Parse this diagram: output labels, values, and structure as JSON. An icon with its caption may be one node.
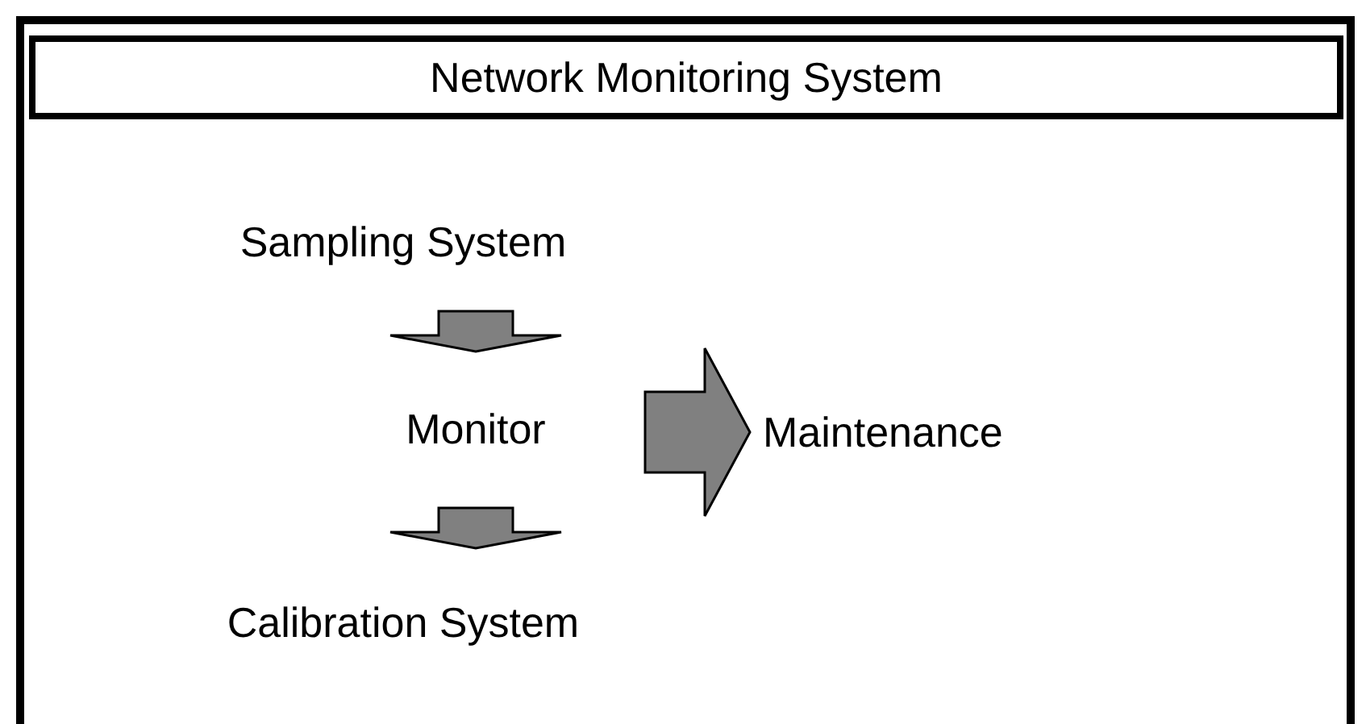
{
  "diagram": {
    "nodes": [
      {
        "text": [],
        "shape": "box"
      },
      {
        "text": [
          "Network Monitoring System"
        ],
        "in": 0
      },
      {
        "text": [
          "Sampling System"
        ],
        "in": 0
      },
      {
        "text": [
          "Monitor"
        ],
        "in": 0
      },
      {
        "text": [
          "Calibration System"
        ],
        "in": 0
      },
      {
        "text": [
          "Maintenance"
        ],
        "in": 0
      }
    ],
    "edges": [
      {
        "from": 2,
        "to": 3,
        "arrow": "to"
      },
      {
        "from": 3,
        "to": 4,
        "arrow": "to"
      },
      {
        "from": 3,
        "to": 5,
        "arrow": "to"
      }
    ]
  }
}
